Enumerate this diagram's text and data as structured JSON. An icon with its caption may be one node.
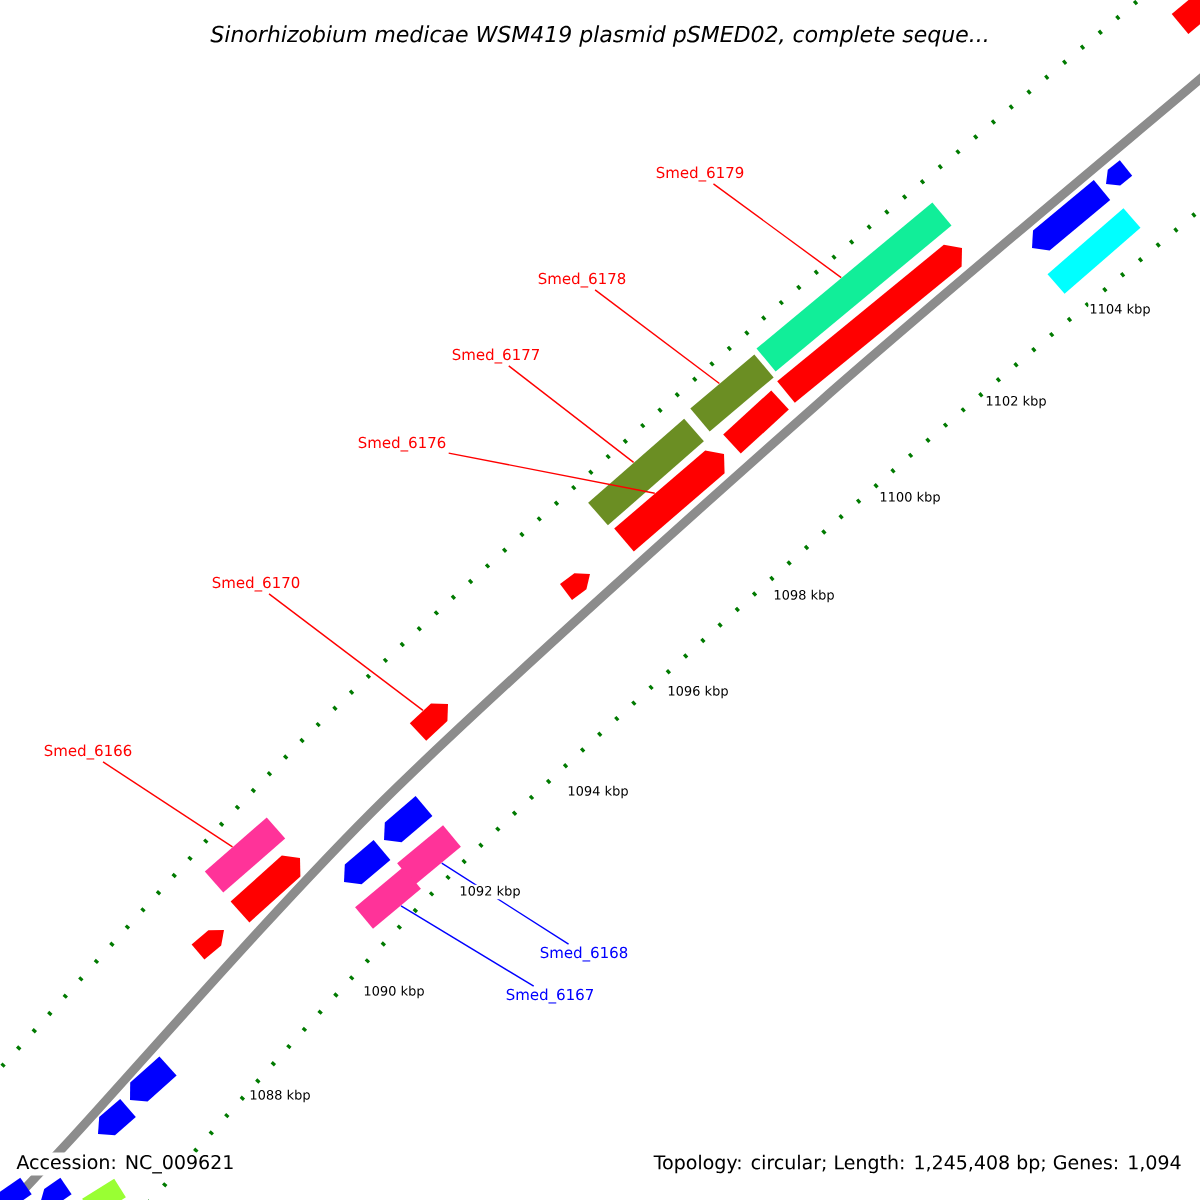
{
  "diagram": {
    "title": "Sinorhizobium medicae WSM419 plasmid pSMED02, complete seque...",
    "nodes": [
      {
        "text": [
          "Smed_6179"
        ]
      },
      {
        "text": [
          "Smed_6178"
        ]
      },
      {
        "text": [
          "Smed_6177"
        ]
      },
      {
        "text": [
          "Smed_6176"
        ]
      },
      {
        "text": [
          "Smed_6170"
        ]
      },
      {
        "text": [
          "Smed_6166"
        ]
      },
      {
        "text": [
          "Smed_6168"
        ]
      },
      {
        "text": [
          "Smed_6167"
        ]
      },
      {
        "text": [],
        "shape": "bar"
      },
      {
        "text": [],
        "shape": "bar"
      },
      {
        "text": [],
        "shape": "bar"
      },
      {
        "text": [],
        "shape": "pentagon"
      },
      {
        "text": [],
        "shape": "pentagon"
      },
      {
        "text": [],
        "shape": "bar"
      },
      {
        "text": [],
        "shape": "bar"
      },
      {
        "text": [],
        "shape": "bar"
      },
      {
        "text": [],
        "shape": "bar"
      },
      {
        "text": [],
        "shape": "pentagon"
      },
      {
        "text": [],
        "shape": "bar"
      },
      {
        "text": [],
        "shape": "pentagon"
      },
      {
        "text": [],
        "shape": "pentagon"
      },
      {
        "text": [],
        "shape": "pentagon"
      },
      {
        "text": [],
        "shape": "pentagon"
      },
      {
        "text": [],
        "shape": "pentagon"
      },
      {
        "text": [],
        "shape": "pentagon"
      },
      {
        "text": [],
        "shape": "pentagon"
      },
      {
        "text": [],
        "shape": "bar"
      },
      {
        "text": [],
        "shape": "pentagon"
      },
      {
        "text": [],
        "shape": "pentagon"
      },
      {
        "text": [],
        "shape": "bar"
      },
      {
        "text": [],
        "shape": "pentagon"
      },
      {
        "text": [],
        "shape": "bar"
      }
    ],
    "edges": [
      {
        "from": 0,
        "to": 8,
        "arrow": "none"
      },
      {
        "from": 1,
        "to": 9,
        "arrow": "none"
      },
      {
        "from": 2,
        "to": 10,
        "arrow": "none"
      },
      {
        "from": 3,
        "to": 11,
        "arrow": "none"
      },
      {
        "from": 4,
        "to": 12,
        "arrow": "none"
      },
      {
        "from": 5,
        "to": 13,
        "arrow": "none"
      },
      {
        "from": 6,
        "to": 14,
        "arrow": "none",
        "color": "#0000ff"
      },
      {
        "from": 7,
        "to": 15,
        "arrow": "none",
        "color": "#0000ff"
      }
    ],
    "labels": [
      "1104 kbp",
      "1102 kbp",
      "1100 kbp",
      "1098 kbp",
      "1096 kbp",
      "1094 kbp",
      "1092 kbp",
      "1090 kbp",
      "1088 kbp",
      "Accession: NC_009621",
      "Topology: circular; Length: 1,245,408 bp; Genes: 1,094"
    ]
  }
}
